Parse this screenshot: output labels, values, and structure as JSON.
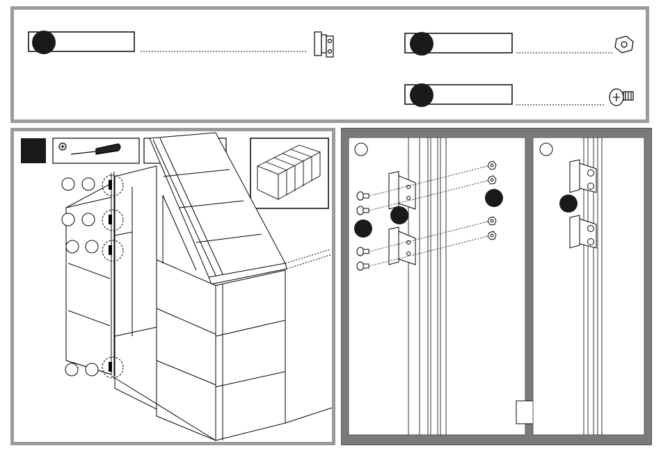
{
  "parts": [
    {
      "id": "hinge",
      "icon": "hinge-icon",
      "label": "",
      "qty": ""
    },
    {
      "id": "nut",
      "icon": "nut-icon",
      "label": "",
      "qty": ""
    },
    {
      "id": "bolt",
      "icon": "bolt-icon",
      "label": "",
      "qty": ""
    }
  ],
  "tools": [
    {
      "id": "screwdriver",
      "icon": "phillips-screwdriver-icon"
    },
    {
      "id": "wrench",
      "icon": "wrench-icon"
    }
  ],
  "step": {
    "number": ""
  },
  "page": {
    "number": ""
  },
  "colors": {
    "frame": "#9b9b9b",
    "detail_bg": "#7a7a7a",
    "badge": "#1a1a1a",
    "line": "#000000"
  }
}
